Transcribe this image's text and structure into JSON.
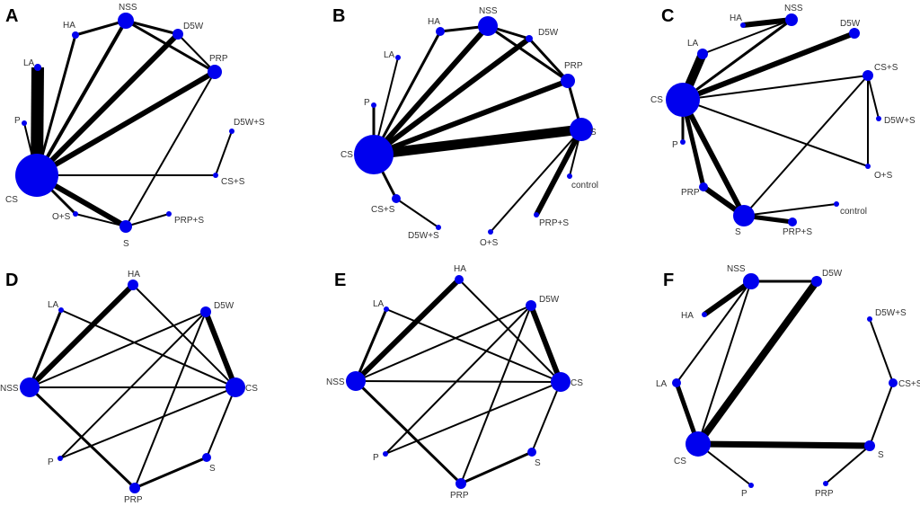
{
  "colors": {
    "node": "#0000ee",
    "edge": "#000000",
    "label": "#333333",
    "letter": "#000000"
  },
  "panels": [
    {
      "letter": "A",
      "nodes": [
        {
          "id": "NSS",
          "label": "NSS"
        },
        {
          "id": "HA",
          "label": "HA"
        },
        {
          "id": "D5W",
          "label": "D5W"
        },
        {
          "id": "LA",
          "label": "LA"
        },
        {
          "id": "PRP",
          "label": "PRP"
        },
        {
          "id": "P",
          "label": "P"
        },
        {
          "id": "D5W+S",
          "label": "D5W+S"
        },
        {
          "id": "CS",
          "label": "CS"
        },
        {
          "id": "CS+S",
          "label": "CS+S"
        },
        {
          "id": "O+S",
          "label": "O+S"
        },
        {
          "id": "PRP+S",
          "label": "PRP+S"
        },
        {
          "id": "S",
          "label": "S"
        }
      ],
      "edges": [
        [
          "CS",
          "LA"
        ],
        [
          "CS",
          "HA"
        ],
        [
          "CS",
          "NSS"
        ],
        [
          "CS",
          "D5W"
        ],
        [
          "CS",
          "PRP"
        ],
        [
          "CS",
          "P"
        ],
        [
          "CS",
          "CS+S"
        ],
        [
          "CS",
          "O+S"
        ],
        [
          "CS",
          "S"
        ],
        [
          "HA",
          "NSS"
        ],
        [
          "NSS",
          "D5W"
        ],
        [
          "NSS",
          "PRP"
        ],
        [
          "D5W",
          "PRP"
        ],
        [
          "PRP",
          "S"
        ],
        [
          "S",
          "PRP+S"
        ],
        [
          "S",
          "O+S"
        ],
        [
          "D5W+S",
          "CS+S"
        ]
      ]
    },
    {
      "letter": "B",
      "nodes": [
        {
          "id": "NSS",
          "label": "NSS"
        },
        {
          "id": "HA",
          "label": "HA"
        },
        {
          "id": "D5W",
          "label": "D5W"
        },
        {
          "id": "LA",
          "label": "LA"
        },
        {
          "id": "PRP",
          "label": "PRP"
        },
        {
          "id": "P",
          "label": "P"
        },
        {
          "id": "S",
          "label": "S"
        },
        {
          "id": "CS",
          "label": "CS"
        },
        {
          "id": "control",
          "label": "control"
        },
        {
          "id": "CS+S",
          "label": "CS+S"
        },
        {
          "id": "PRP+S",
          "label": "PRP+S"
        },
        {
          "id": "D5W+S",
          "label": "D5W+S"
        },
        {
          "id": "O+S",
          "label": "O+S"
        }
      ],
      "edges": [
        [
          "CS",
          "LA"
        ],
        [
          "CS",
          "HA"
        ],
        [
          "CS",
          "NSS"
        ],
        [
          "CS",
          "D5W"
        ],
        [
          "CS",
          "PRP"
        ],
        [
          "CS",
          "P"
        ],
        [
          "CS",
          "S"
        ],
        [
          "CS",
          "CS+S"
        ],
        [
          "HA",
          "NSS"
        ],
        [
          "NSS",
          "D5W"
        ],
        [
          "NSS",
          "PRP"
        ],
        [
          "D5W",
          "PRP"
        ],
        [
          "PRP",
          "S"
        ],
        [
          "S",
          "control"
        ],
        [
          "S",
          "PRP+S"
        ],
        [
          "S",
          "O+S"
        ],
        [
          "CS+S",
          "D5W+S"
        ]
      ]
    },
    {
      "letter": "C",
      "nodes": [
        {
          "id": "HA",
          "label": "HA"
        },
        {
          "id": "NSS",
          "label": "NSS"
        },
        {
          "id": "D5W",
          "label": "D5W"
        },
        {
          "id": "LA",
          "label": "LA"
        },
        {
          "id": "CS+S",
          "label": "CS+S"
        },
        {
          "id": "CS",
          "label": "CS"
        },
        {
          "id": "D5W+S",
          "label": "D5W+S"
        },
        {
          "id": "P",
          "label": "P"
        },
        {
          "id": "O+S",
          "label": "O+S"
        },
        {
          "id": "PRP",
          "label": "PRP"
        },
        {
          "id": "control",
          "label": "control"
        },
        {
          "id": "S",
          "label": "S"
        },
        {
          "id": "PRP+S",
          "label": "PRP+S"
        }
      ],
      "edges": [
        [
          "CS",
          "LA"
        ],
        [
          "CS",
          "NSS"
        ],
        [
          "CS",
          "D5W"
        ],
        [
          "CS",
          "CS+S"
        ],
        [
          "CS",
          "P"
        ],
        [
          "CS",
          "PRP"
        ],
        [
          "CS",
          "S"
        ],
        [
          "CS",
          "O+S"
        ],
        [
          "HA",
          "NSS"
        ],
        [
          "LA",
          "NSS"
        ],
        [
          "CS+S",
          "D5W+S"
        ],
        [
          "CS+S",
          "O+S"
        ],
        [
          "CS+S",
          "S"
        ],
        [
          "PRP",
          "S"
        ],
        [
          "S",
          "PRP+S"
        ],
        [
          "S",
          "control"
        ]
      ]
    },
    {
      "letter": "D",
      "nodes": [
        {
          "id": "HA",
          "label": "HA"
        },
        {
          "id": "LA",
          "label": "LA"
        },
        {
          "id": "D5W",
          "label": "D5W"
        },
        {
          "id": "NSS",
          "label": "NSS"
        },
        {
          "id": "CS",
          "label": "CS"
        },
        {
          "id": "P",
          "label": "P"
        },
        {
          "id": "S",
          "label": "S"
        },
        {
          "id": "PRP",
          "label": "PRP"
        }
      ],
      "edges": [
        [
          "NSS",
          "LA"
        ],
        [
          "NSS",
          "HA"
        ],
        [
          "NSS",
          "D5W"
        ],
        [
          "NSS",
          "CS"
        ],
        [
          "NSS",
          "PRP"
        ],
        [
          "LA",
          "CS"
        ],
        [
          "HA",
          "CS"
        ],
        [
          "D5W",
          "CS"
        ],
        [
          "D5W",
          "P"
        ],
        [
          "D5W",
          "PRP"
        ],
        [
          "CS",
          "P"
        ],
        [
          "CS",
          "S"
        ],
        [
          "S",
          "PRP"
        ]
      ]
    },
    {
      "letter": "E",
      "nodes": [
        {
          "id": "HA",
          "label": "HA"
        },
        {
          "id": "LA",
          "label": "LA"
        },
        {
          "id": "D5W",
          "label": "D5W"
        },
        {
          "id": "NSS",
          "label": "NSS"
        },
        {
          "id": "CS",
          "label": "CS"
        },
        {
          "id": "P",
          "label": "P"
        },
        {
          "id": "S",
          "label": "S"
        },
        {
          "id": "PRP",
          "label": "PRP"
        }
      ],
      "edges": [
        [
          "NSS",
          "LA"
        ],
        [
          "NSS",
          "HA"
        ],
        [
          "NSS",
          "D5W"
        ],
        [
          "NSS",
          "CS"
        ],
        [
          "NSS",
          "PRP"
        ],
        [
          "LA",
          "CS"
        ],
        [
          "HA",
          "CS"
        ],
        [
          "D5W",
          "CS"
        ],
        [
          "D5W",
          "P"
        ],
        [
          "D5W",
          "PRP"
        ],
        [
          "CS",
          "P"
        ],
        [
          "CS",
          "S"
        ],
        [
          "S",
          "PRP"
        ]
      ]
    },
    {
      "letter": "F",
      "nodes": [
        {
          "id": "NSS",
          "label": "NSS"
        },
        {
          "id": "D5W",
          "label": "D5W"
        },
        {
          "id": "HA",
          "label": "HA"
        },
        {
          "id": "D5W+S",
          "label": "D5W+S"
        },
        {
          "id": "LA",
          "label": "LA"
        },
        {
          "id": "CS+S",
          "label": "CS+S"
        },
        {
          "id": "CS",
          "label": "CS"
        },
        {
          "id": "S",
          "label": "S"
        },
        {
          "id": "P",
          "label": "P"
        },
        {
          "id": "PRP",
          "label": "PRP"
        }
      ],
      "edges": [
        [
          "NSS",
          "D5W"
        ],
        [
          "NSS",
          "HA"
        ],
        [
          "NSS",
          "LA"
        ],
        [
          "NSS",
          "CS"
        ],
        [
          "CS",
          "D5W"
        ],
        [
          "CS",
          "LA"
        ],
        [
          "CS",
          "S"
        ],
        [
          "CS",
          "P"
        ],
        [
          "D5W+S",
          "CS+S"
        ],
        [
          "CS+S",
          "S"
        ],
        [
          "S",
          "PRP"
        ]
      ]
    }
  ]
}
